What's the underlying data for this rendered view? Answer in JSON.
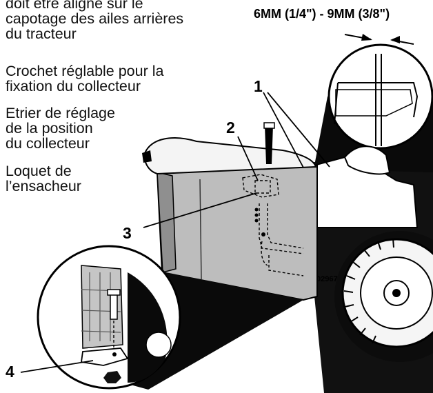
{
  "captions": [
    {
      "lines": [
        "doit être aligné sur le",
        "capotage des ailes arrières",
        "du tracteur"
      ]
    },
    {
      "lines": [
        "Crochet réglable pour la",
        "fixation du collecteur"
      ]
    },
    {
      "lines": [
        "Etrier de réglage",
        "de la position",
        "du collecteur"
      ]
    },
    {
      "lines": [
        "Loquet de",
        "l’ensacheur"
      ]
    }
  ],
  "dimension_label": "6MM (1/4\") - 9MM (3/8\")",
  "callouts": [
    "1",
    "2",
    "3",
    "4"
  ],
  "figure_code": "02967"
}
